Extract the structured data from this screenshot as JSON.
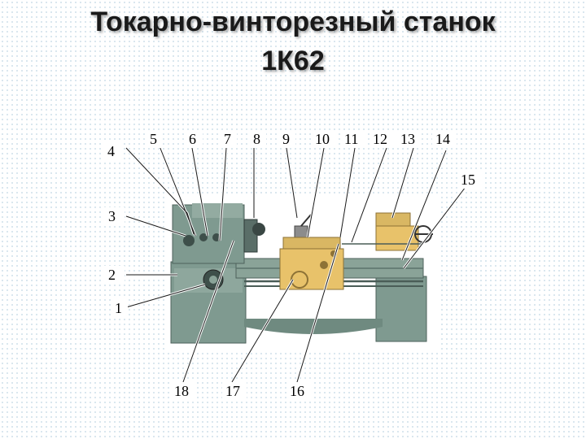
{
  "title": {
    "line1": "Токарно-винторезный станок",
    "line2": "1К62"
  },
  "callouts": {
    "c1": "1",
    "c2": "2",
    "c3": "3",
    "c4": "4",
    "c5": "5",
    "c6": "6",
    "c7": "7",
    "c8": "8",
    "c9": "9",
    "c10": "10",
    "c11": "11",
    "c12": "12",
    "c13": "13",
    "c14": "14",
    "c15": "15",
    "c16": "16",
    "c17": "17",
    "c18": "18"
  },
  "colors": {
    "machine_body": "#7f9a90",
    "machine_dark": "#56706a",
    "carriage": "#e8c26a",
    "background_dots": "#cfe0ea"
  }
}
